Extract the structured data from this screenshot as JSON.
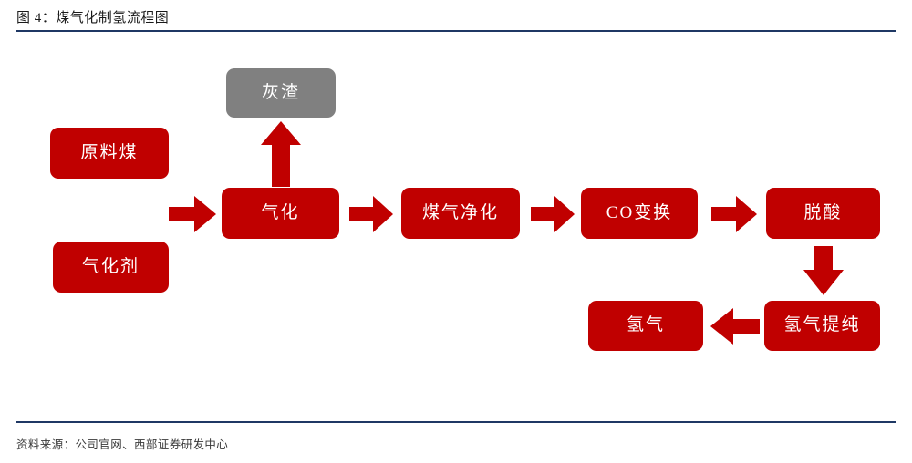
{
  "figure": {
    "title": "图 4：煤气化制氢流程图",
    "source": "资料来源：公司官网、西部证券研发中心",
    "colors": {
      "process": "#C00000",
      "byproduct": "#808080",
      "rule": "#1F3864",
      "label_text": "#FFFFFF"
    }
  },
  "flowchart": {
    "type": "process-flow-diagram",
    "nodes": [
      {
        "id": "raw-coal",
        "label": "原料煤",
        "kind": "input",
        "color": "#C00000"
      },
      {
        "id": "gasifying-agent",
        "label": "气化剂",
        "kind": "input",
        "color": "#C00000"
      },
      {
        "id": "gasification",
        "label": "气化",
        "kind": "process",
        "color": "#C00000"
      },
      {
        "id": "ash-slag",
        "label": "灰渣",
        "kind": "byproduct",
        "color": "#808080"
      },
      {
        "id": "gas-purification",
        "label": "煤气净化",
        "kind": "process",
        "color": "#C00000"
      },
      {
        "id": "co-shift",
        "label": "CO变换",
        "kind": "process",
        "color": "#C00000"
      },
      {
        "id": "deacidification",
        "label": "脱酸",
        "kind": "process",
        "color": "#C00000"
      },
      {
        "id": "hydrogen-purify",
        "label": "氢气提纯",
        "kind": "process",
        "color": "#C00000"
      },
      {
        "id": "hydrogen",
        "label": "氢气",
        "kind": "output",
        "color": "#C00000"
      }
    ],
    "edges": [
      {
        "from": "raw-coal",
        "to": "gasification",
        "direction": "right"
      },
      {
        "from": "gasification",
        "to": "ash-slag",
        "direction": "up"
      },
      {
        "from": "gasification",
        "to": "gas-purification",
        "direction": "right"
      },
      {
        "from": "gas-purification",
        "to": "co-shift",
        "direction": "right"
      },
      {
        "from": "co-shift",
        "to": "deacidification",
        "direction": "right"
      },
      {
        "from": "deacidification",
        "to": "hydrogen-purify",
        "direction": "down"
      },
      {
        "from": "hydrogen-purify",
        "to": "hydrogen",
        "direction": "left"
      }
    ]
  }
}
